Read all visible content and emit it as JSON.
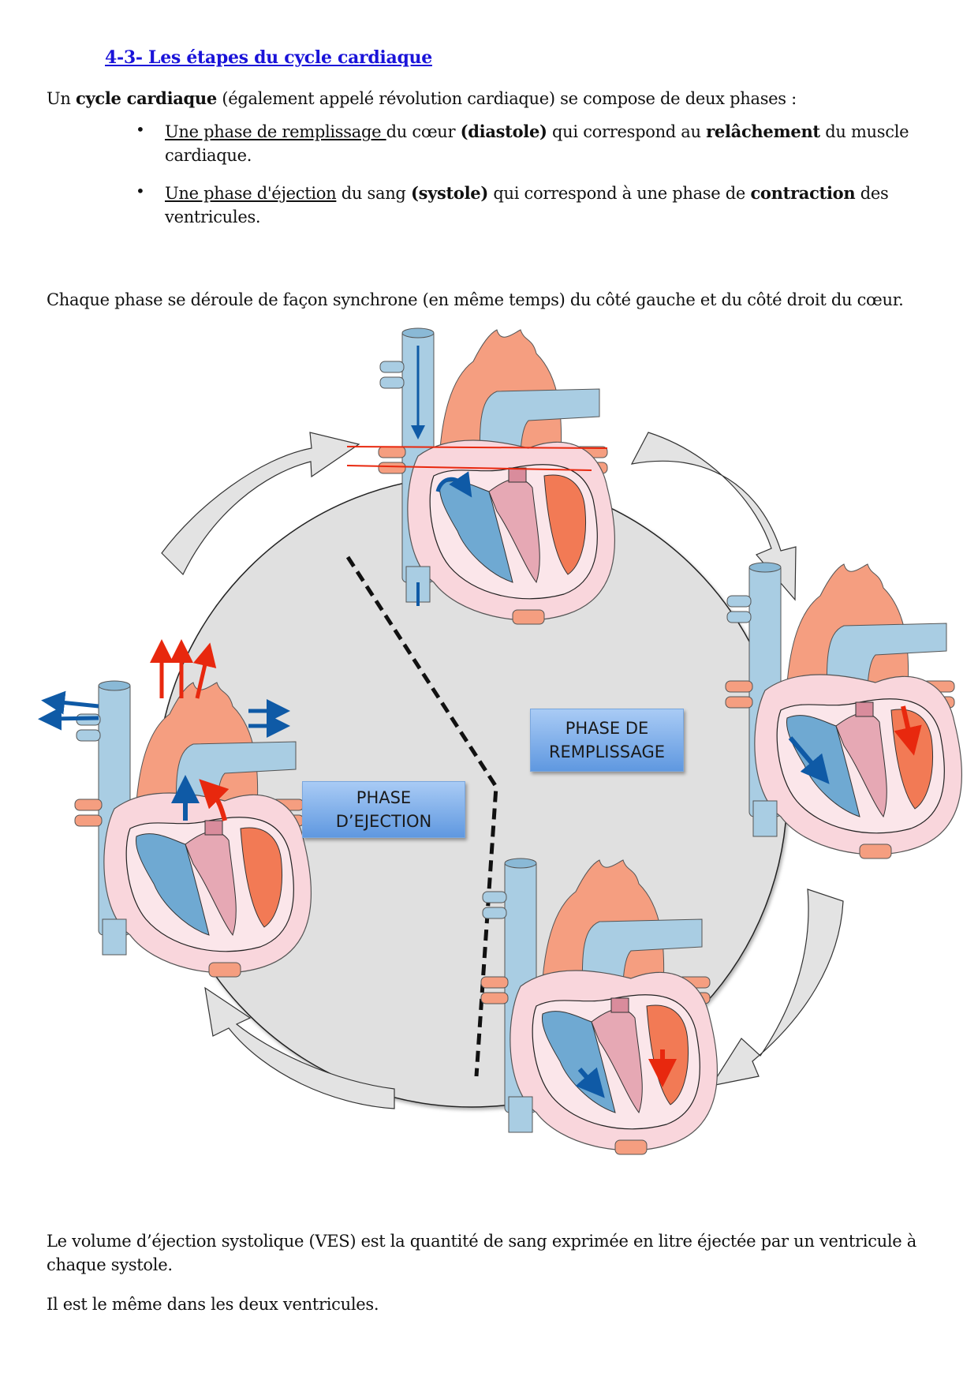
{
  "section": {
    "title": "4-3- Les étapes du cycle cardiaque"
  },
  "intro": {
    "prefix": "Un ",
    "bold": "cycle cardiaque",
    "suffix": " (également appelé révolution cardiaque) se compose de deux phases :"
  },
  "bullets": [
    {
      "underlined": "Une phase de remplissage ",
      "text1": "du cœur ",
      "bold1": "(diastole)",
      "text2": " qui correspond au ",
      "bold2": "relâchement",
      "text3": " du muscle cardiaque."
    },
    {
      "underlined": "Une phase d'éjection",
      "text1": " du sang ",
      "bold1": "(systole)",
      "text2": " qui correspond à une phase de ",
      "bold2": "contraction",
      "text3": " des ventricules."
    }
  ],
  "sync_paragraph": "Chaque phase se déroule de façon synchrone (en même temps) du côté gauche et du côté droit du cœur.",
  "diagram": {
    "labels": {
      "ejection_line1": "PHASE",
      "ejection_line2": "D’EJECTION",
      "remplissage_line1": "PHASE DE",
      "remplissage_line2": "REMPLISSAGE"
    },
    "hearts": [
      {
        "position": "top",
        "state": "atrial-contraction"
      },
      {
        "position": "right",
        "state": "ventricular-filling"
      },
      {
        "position": "bottom",
        "state": "ventricular-filling-end"
      },
      {
        "position": "left",
        "state": "ejection"
      }
    ],
    "cycle_arrows": 4,
    "colors": {
      "disc": "#e0e0e0",
      "arrow_fill": "#e3e3e3",
      "oxygenated": "#f07a5c",
      "deoxygenated": "#a9cde3",
      "myocardium": "#f9d6dc",
      "label_box": "#7daee9",
      "flow_red": "#e8280e",
      "flow_blue": "#0f5aa6"
    }
  },
  "ves_paragraph": "Le volume d’éjection systolique (VES) est la quantité de sang exprimée en litre éjectée par un ventricule à chaque systole.",
  "same_paragraph": "Il est le même dans les deux ventricules."
}
